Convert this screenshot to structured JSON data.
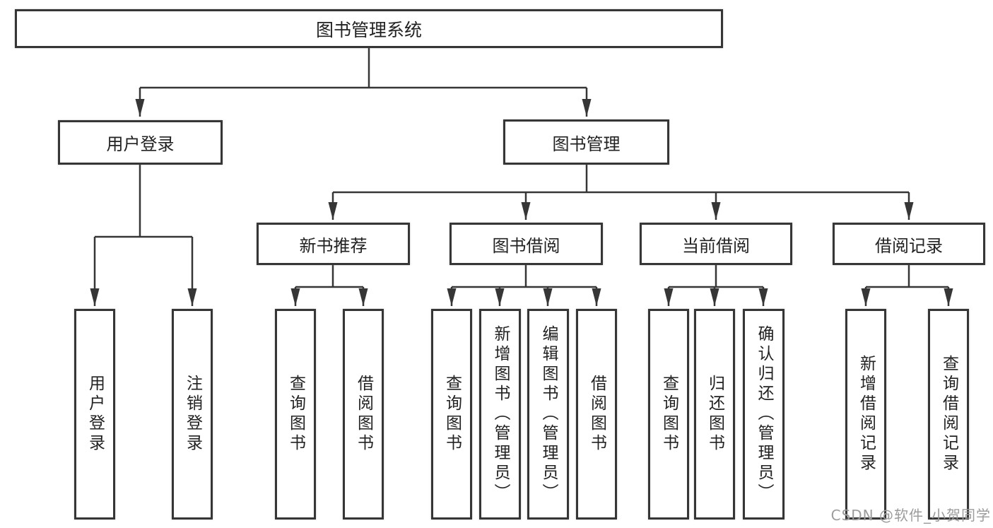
{
  "diagram": {
    "title": "图书管理系统",
    "root": {
      "label": "图书管理系统",
      "children": [
        {
          "label": "用户登录",
          "children": [
            {
              "label": "用户登录"
            },
            {
              "label": "注销登录"
            }
          ]
        },
        {
          "label": "图书管理",
          "children": [
            {
              "label": "新书推荐",
              "children": [
                {
                  "label": "查询图书"
                },
                {
                  "label": "借阅图书"
                }
              ]
            },
            {
              "label": "图书借阅",
              "children": [
                {
                  "label": "查询图书"
                },
                {
                  "label": "新增图书（管理员）"
                },
                {
                  "label": "编辑图书（管理员）"
                },
                {
                  "label": "借阅图书"
                }
              ]
            },
            {
              "label": "当前借阅",
              "children": [
                {
                  "label": "查询图书"
                },
                {
                  "label": "归还图书"
                },
                {
                  "label": "确认归还（管理员）"
                }
              ]
            },
            {
              "label": "借阅记录",
              "children": [
                {
                  "label": "新增借阅记录"
                },
                {
                  "label": "查询借阅记录"
                }
              ]
            }
          ]
        }
      ]
    },
    "colors": {
      "line": "#363636",
      "box_border": "#363636",
      "text": "#222222",
      "background": "#ffffff",
      "watermark": "#9c9c9c"
    }
  },
  "watermark": {
    "text": "CSDN @软件_小贺同学"
  }
}
